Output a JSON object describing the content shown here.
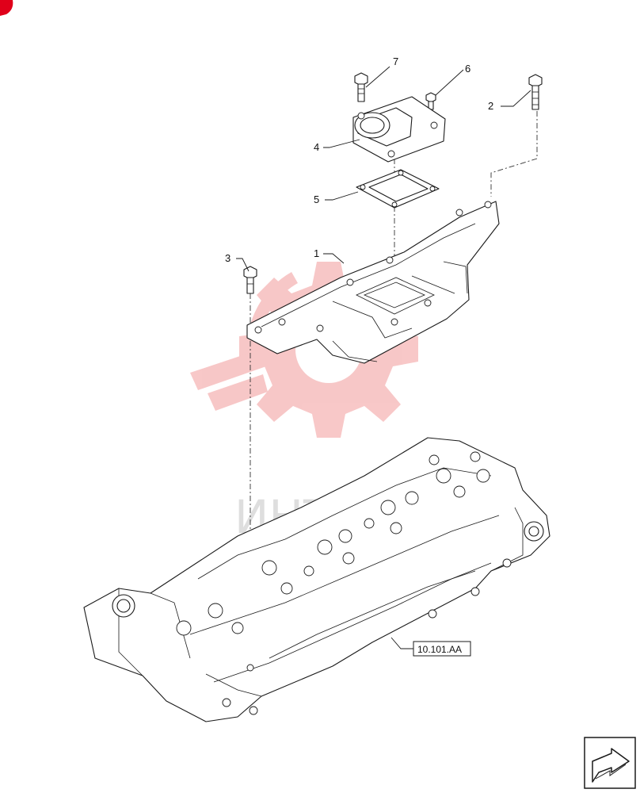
{
  "diagram": {
    "callouts": [
      {
        "id": "c1",
        "label": "1"
      },
      {
        "id": "c2",
        "label": "2"
      },
      {
        "id": "c3",
        "label": "3"
      },
      {
        "id": "c4",
        "label": "4"
      },
      {
        "id": "c5",
        "label": "5"
      },
      {
        "id": "c6",
        "label": "6"
      },
      {
        "id": "c7",
        "label": "7"
      }
    ],
    "reference_box": "10.101.AA",
    "watermark": {
      "text": "ИНТРЕ",
      "color": "#e53935"
    },
    "colors": {
      "line": "#1a1a1a",
      "accent": "#e0001a",
      "watermark": "#f08080"
    },
    "icons": [
      "corner-tab-icon",
      "navigation-arrow-icon"
    ]
  }
}
